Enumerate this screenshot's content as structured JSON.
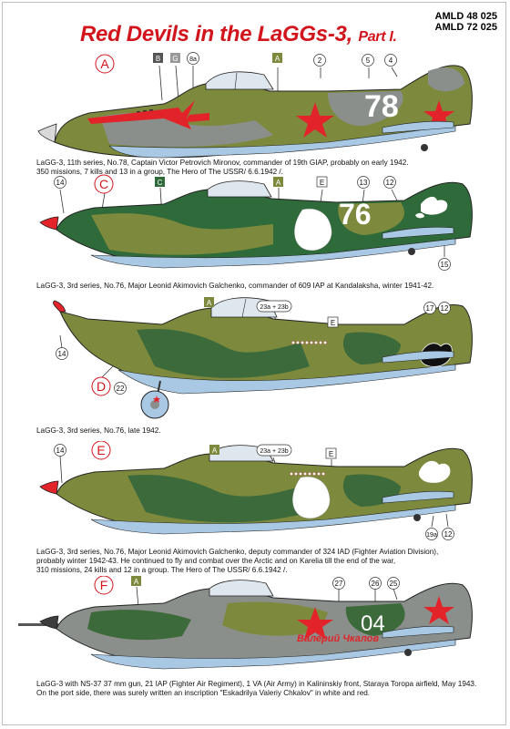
{
  "header": {
    "title": "Red Devils in the LaGGs-3,",
    "title_part": "Part I.",
    "code_48": "AMLD 48 025",
    "code_72": "AMLD 72 025"
  },
  "colors": {
    "title_red": "#d2151c",
    "camo_green": "#7d8a3d",
    "camo_dark_green": "#3d6a3a",
    "camo_grey": "#8b8f8b",
    "underside_blue": "#a9c8e3",
    "star_red": "#e2232a"
  },
  "planes": [
    {
      "letter": "A",
      "tags": [
        "B",
        "G",
        "8a",
        "A",
        "2",
        "5",
        "4"
      ],
      "tail_number": "78",
      "caption_lines": [
        "LaGG-3, 11th series, No.78, Captain Victor Petrovich Mironov, commander of 19th GIAP, probably on early 1942.",
        "350 missions, 7 kills and 13 in a group, The Hero of The USSR/ 6.6.1942 /."
      ]
    },
    {
      "letter": "C",
      "tags": [
        "14",
        "C",
        "A",
        "E",
        "13",
        "12",
        "15"
      ],
      "tail_number": "76",
      "caption_lines": [
        "LaGG-3, 3rd series, No.76, Major Leonid Akimovich Galchenko, commander of 609  IAP at Kandalaksha, winter 1941-42."
      ]
    },
    {
      "letter": "D",
      "tags": [
        "A",
        "23a + 23b",
        "E",
        "17",
        "12",
        "14",
        "22"
      ],
      "tail_number": "",
      "caption_lines": [
        "LaGG-3, 3rd series, No.76, late 1942."
      ]
    },
    {
      "letter": "E",
      "tags": [
        "14",
        "A",
        "23a + 23b",
        "E",
        "19a",
        "12"
      ],
      "tail_number": "",
      "caption_lines": [
        "LaGG-3, 3rd series, No.76, Major Leonid Akimovich Galchenko,  deputy commander of 324 IAD (Fighter Aviation Division),",
        "probably winter 1942-43. He continued to fly and combat over the Arctic and on Karelia till the end of the war,",
        "310 missions, 24 kills and 12 in a group. The Hero of The USSR/ 6.6.1942 /."
      ]
    },
    {
      "letter": "F",
      "tags": [
        "A",
        "27",
        "26",
        "25"
      ],
      "tail_number": "04",
      "inscription": "Валерий Чкалов",
      "caption_lines": [
        "LaGG-3 with NS-37 37 mm gun, 21 IAP (Fighter Air Regiment), 1 VA (Air Army) in Kalininskiy front, Staraya Toropa airfield, May 1943.",
        "On the port side, there was surely written an inscription \"Eskadrilya Valeriy Chkalov\" in white and red."
      ]
    }
  ]
}
